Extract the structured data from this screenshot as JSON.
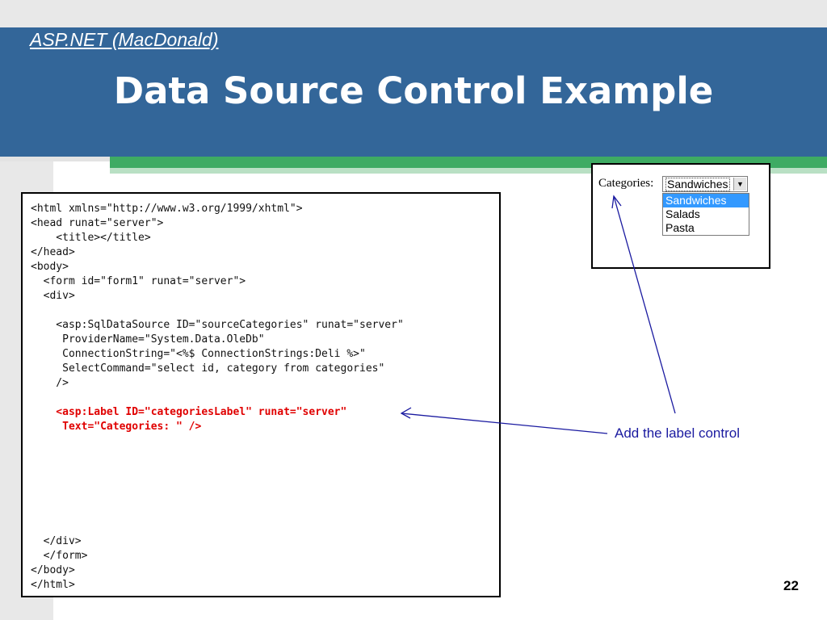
{
  "header": {
    "course_link": "ASP.NET (MacDonald)",
    "title": "Data Source Control Example"
  },
  "code": {
    "lines": [
      "<html xmlns=\"http://www.w3.org/1999/xhtml\">",
      "<head runat=\"server\">",
      "    <title></title>",
      "</head>",
      "<body>",
      "  <form id=\"form1\" runat=\"server\">",
      "  <div>",
      "",
      "    <asp:SqlDataSource ID=\"sourceCategories\" runat=\"server\"",
      "     ProviderName=\"System.Data.OleDb\"",
      "     ConnectionString=\"<%$ ConnectionStrings:Deli %>\"",
      "     SelectCommand=\"select id, category from categories\"",
      "    />",
      "",
      "    <asp:Label ID=\"categoriesLabel\" runat=\"server\"",
      "     Text=\"Categories: \" />",
      "  </div>",
      "  </form>",
      "</body>",
      "</html>"
    ]
  },
  "demo": {
    "label": "Categories:",
    "selected": "Sandwiches",
    "options": [
      "Sandwiches",
      "Salads",
      "Pasta"
    ],
    "arrow_glyph": "▼"
  },
  "annotation": "Add the label control",
  "page_number": "22",
  "colors": {
    "title_bar": "#336699",
    "accent_green": "#3eab63",
    "highlight_code": "#e00000",
    "annotation": "#1a1aa0",
    "selected_option": "#3399ff"
  },
  "icons": {
    "dropdown": "chevron-down-icon",
    "annotation_arrows": "arrow-icon"
  }
}
